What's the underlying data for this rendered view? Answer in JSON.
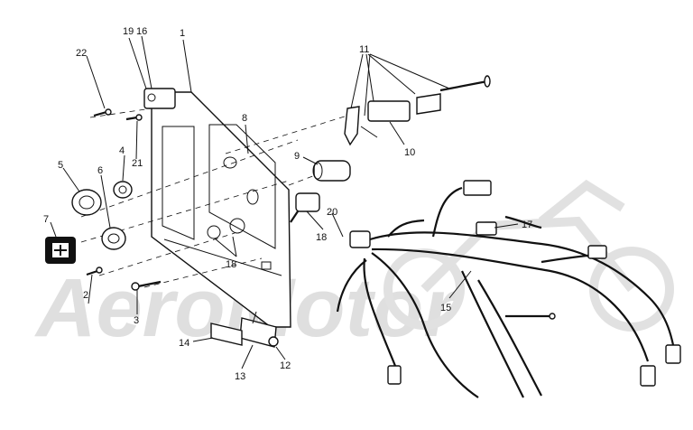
{
  "watermark": "AeroMotor",
  "callouts": [
    "1",
    "2",
    "3",
    "4",
    "5",
    "6",
    "7",
    "8",
    "9",
    "10",
    "11",
    "12",
    "13",
    "14",
    "15",
    "16",
    "17",
    "18",
    "18",
    "19",
    "20",
    "21",
    "22"
  ]
}
